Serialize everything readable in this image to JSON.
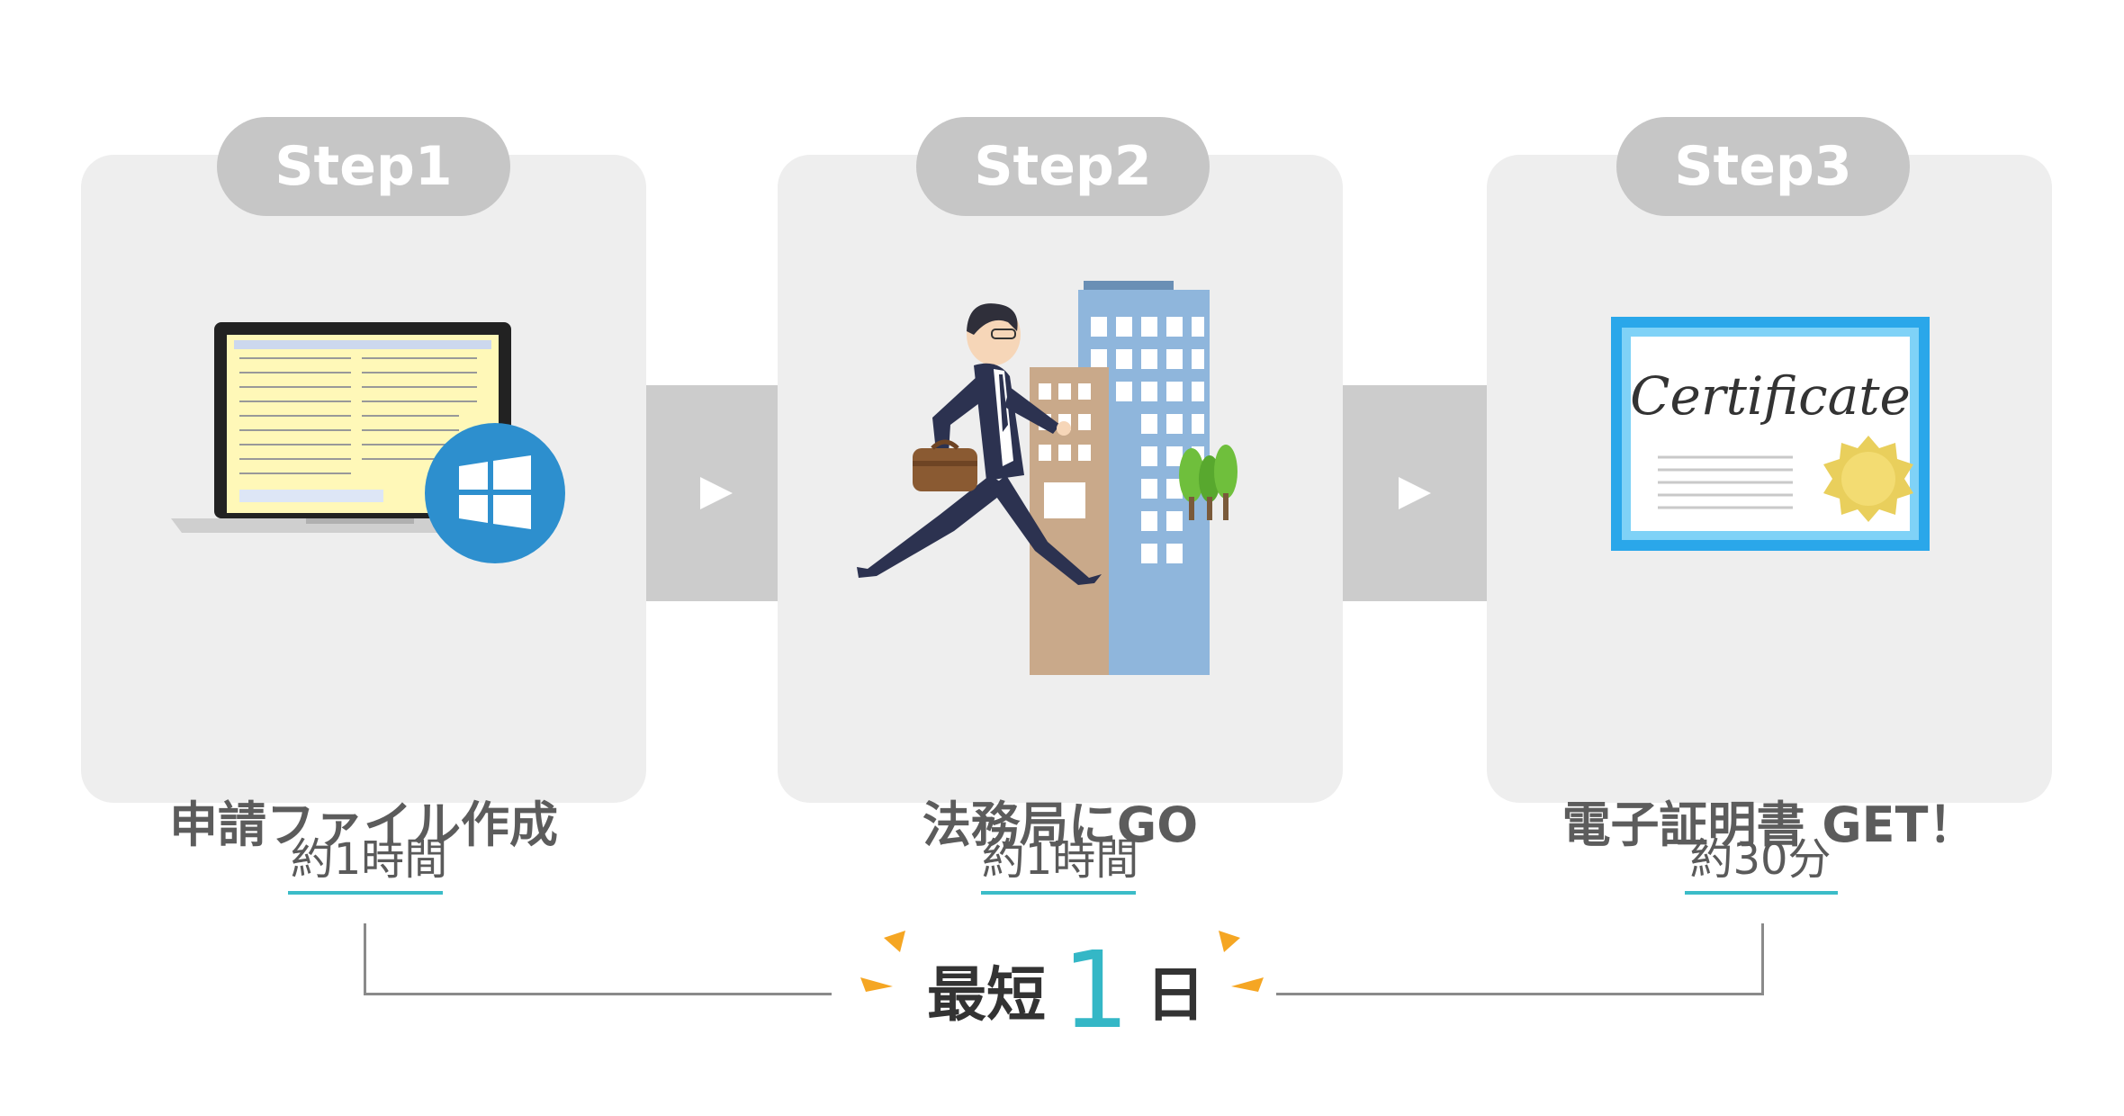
{
  "steps": [
    {
      "badge": "Step1",
      "label": "申請ファイル作成",
      "duration": "約1時間",
      "icon": "laptop-windows-icon"
    },
    {
      "badge": "Step2",
      "label": "法務局にGO",
      "duration": "約1時間",
      "icon": "businessman-building-icon"
    },
    {
      "badge": "Step3",
      "label": "電子証明書 GET！",
      "duration": "約30分",
      "icon": "certificate-icon"
    }
  ],
  "certificate_text": "Certificate",
  "summary": {
    "pre": "最短",
    "number": "1",
    "post": "日"
  },
  "colors": {
    "card": "#eeeeee",
    "badge": "#c6c6c6",
    "accent": "#34b7c6",
    "spark": "#f5a623",
    "windows": "#2d8fce"
  }
}
